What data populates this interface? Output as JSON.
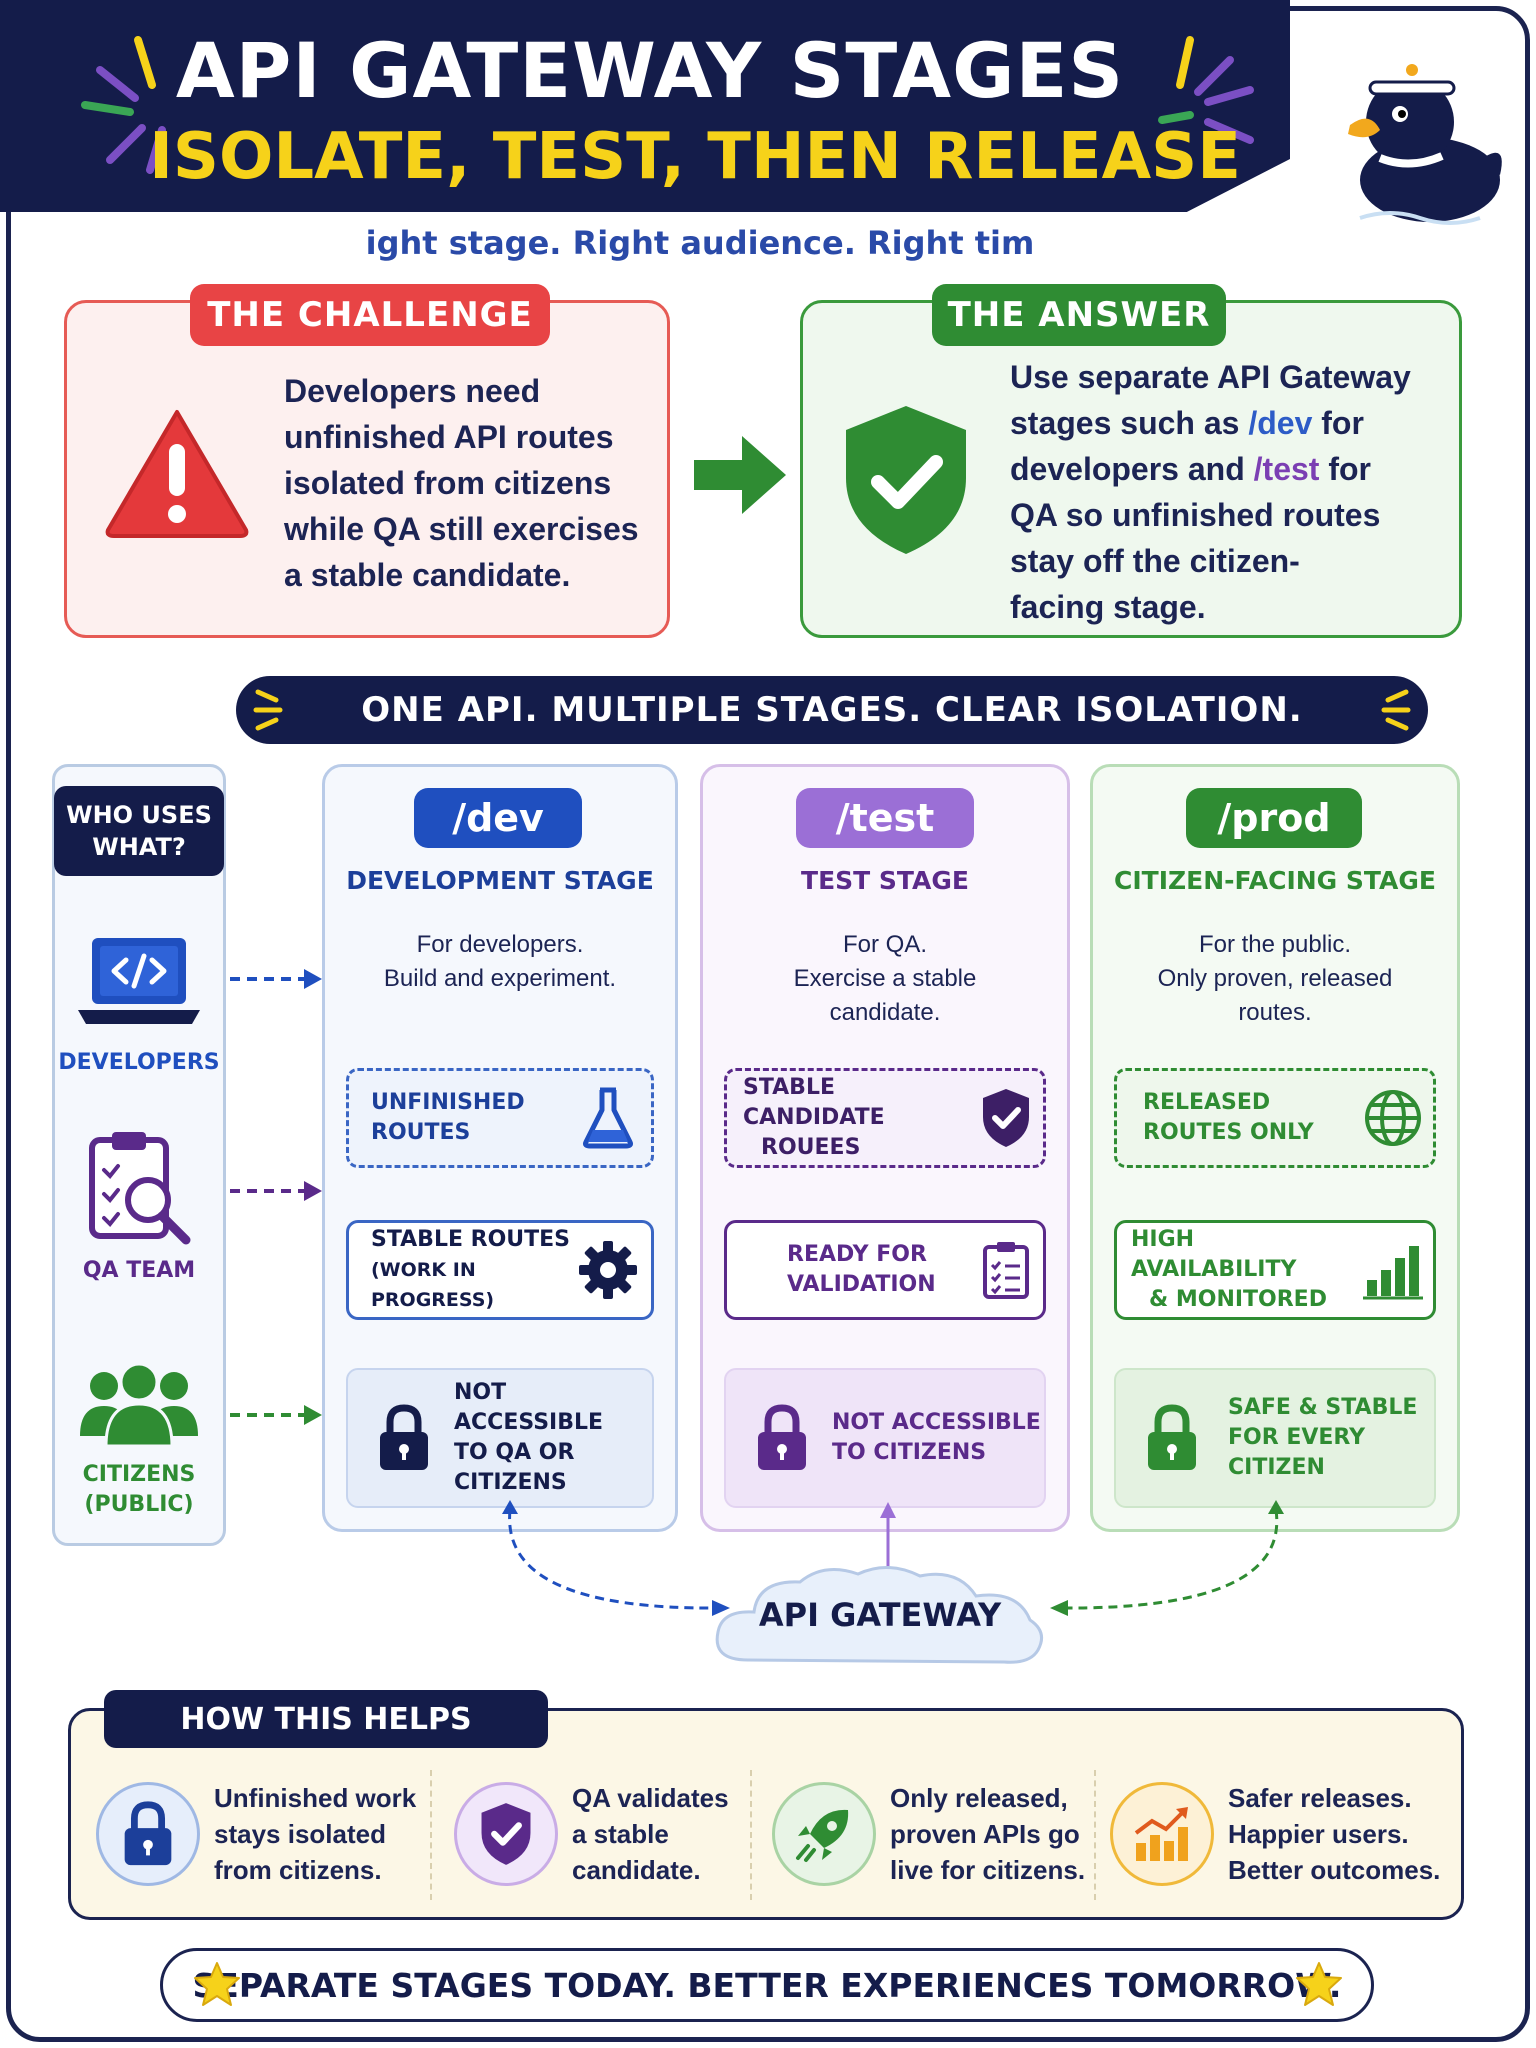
{
  "header": {
    "title": "API GATEWAY STAGES",
    "subtitle": "ISOLATE, TEST, THEN RELEASE",
    "tagline": "ight stage. Right audience. Right tim"
  },
  "challenge": {
    "label": "THE CHALLENGE",
    "lines": [
      "Developers need",
      "unfinished API routes",
      "isolated from citizens",
      "while QA still exercises",
      "a stable candidate."
    ]
  },
  "answer": {
    "label": "THE ANSWER",
    "l1": "Use separate API Gateway",
    "l2a": "stages such as ",
    "l2b": "/dev",
    "l2c": " for",
    "l3a": "developers and ",
    "l3b": "/test",
    "l3c": " for",
    "l4": "QA so unfinished routes",
    "l5": "stay off the citizen-",
    "l6": "facing stage."
  },
  "banner": "ONE API. MULTIPLE STAGES. CLEAR ISOLATION.",
  "who": {
    "title_l1": "WHO USES",
    "title_l2": "WHAT?",
    "developers": "DEVELOPERS",
    "qa": "QA TEAM",
    "citizens_l1": "CITIZENS",
    "citizens_l2": "(PUBLIC)"
  },
  "stages": {
    "dev": {
      "path": "/dev",
      "name": "DEVELOPMENT STAGE",
      "desc_l1": "For developers.",
      "desc_l2": "Build and experiment.",
      "box1_l1": "UNFINISHED",
      "box1_l2": "ROUTES",
      "box2_l1": "STABLE ROUTES",
      "box2_l2": "(WORK IN PROGRESS)",
      "box3_l1": "NOT ACCESSIBLE",
      "box3_l2": "TO QA OR",
      "box3_l3": "CITIZENS"
    },
    "test": {
      "path": "/test",
      "name": "TEST STAGE",
      "desc_l1": "For QA.",
      "desc_l2": "Exercise a stable",
      "desc_l3": "candidate.",
      "box1_l1": "STABLE CANDIDATE",
      "box1_l2": "ROUEES",
      "box2_l1": "READY FOR",
      "box2_l2": "VALIDATION",
      "box3_l1": "NOT ACCESSIBLE",
      "box3_l2": "TO CITIZENS"
    },
    "prod": {
      "path": "/prod",
      "name": "CITIZEN-FACING STAGE",
      "desc_l1": "For the public.",
      "desc_l2": "Only proven, released",
      "desc_l3": "routes.",
      "box1_l1": "RELEASED",
      "box1_l2": "ROUTES ONLY",
      "box2_l1": "HIGH AVAILABILITY",
      "box2_l2": "& MONITORED",
      "box3_l1": "SAFE & STABLE",
      "box3_l2": "FOR EVERY",
      "box3_l3": "CITIZEN"
    }
  },
  "gateway": "API GATEWAY",
  "helps": {
    "title": "HOW THIS HELPS",
    "items": [
      {
        "l1": "Unfinished work",
        "l2": "stays isolated",
        "l3": "from citizens."
      },
      {
        "l1": "QA validates",
        "l2": "a stable",
        "l3": "candidate."
      },
      {
        "l1": "Only released,",
        "l2": "proven APIs go",
        "l3": "live for citizens."
      },
      {
        "l1": "Safer releases.",
        "l2": "Happier users.",
        "l3": "Better outcomes."
      }
    ]
  },
  "footer": "SEPARATE STAGES TODAY. BETTER EXPERIENCES TOMORROW.",
  "colors": {
    "navy": "#141c4a",
    "yellow": "#f6d21a",
    "red": "#e84445",
    "green": "#2f8c33",
    "blue": "#1f4fbf",
    "purple": "#9b6fd6",
    "purple_dark": "#5a2a8a"
  },
  "icons": [
    "warning-icon",
    "shield-check-icon",
    "arrow-right-icon",
    "laptop-code-icon",
    "clipboard-search-icon",
    "people-icon",
    "flask-icon",
    "gear-icon",
    "lock-icon",
    "shield-icon",
    "checklist-icon",
    "globe-icon",
    "bar-chart-icon",
    "cloud-icon",
    "rocket-icon",
    "growth-chart-icon",
    "star-icon",
    "duck-mascot-icon",
    "burst-icon"
  ]
}
